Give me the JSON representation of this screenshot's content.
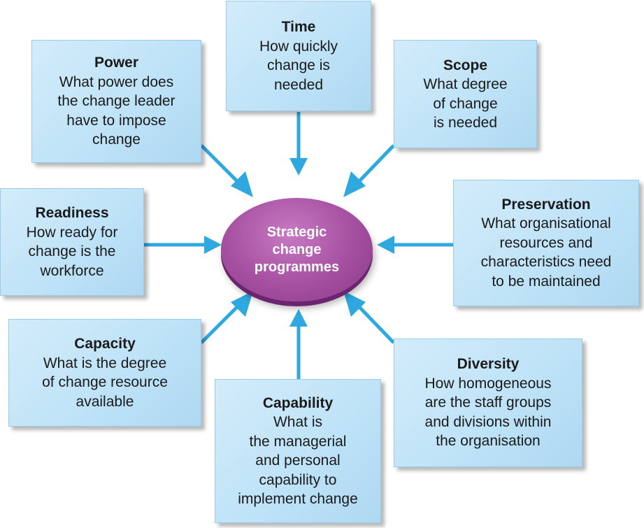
{
  "hub": {
    "label": "Strategic\nchange\nprogrammes"
  },
  "colors": {
    "box_fill": "#bde2f7",
    "arrow": "#2fa8df",
    "hub": "#a54fa0"
  },
  "factors": [
    {
      "id": "time",
      "title": "Time",
      "desc": "How quickly\nchange is\nneeded"
    },
    {
      "id": "power",
      "title": "Power",
      "desc": "What power does\nthe change leader\nhave to impose\nchange"
    },
    {
      "id": "scope",
      "title": "Scope",
      "desc": "What degree\nof change\nis needed"
    },
    {
      "id": "readiness",
      "title": "Readiness",
      "desc": "How ready for\nchange is the\nworkforce"
    },
    {
      "id": "preservation",
      "title": "Preservation",
      "desc": "What organisational\nresources and\ncharacteristics need\nto be maintained"
    },
    {
      "id": "capacity",
      "title": "Capacity",
      "desc": "What is the degree\nof change resource\navailable"
    },
    {
      "id": "diversity",
      "title": "Diversity",
      "desc": "How homogeneous\nare the staff groups\nand divisions within\nthe organisation"
    },
    {
      "id": "capability",
      "title": "Capability",
      "desc": "What is\nthe managerial\nand personal\ncapability to\nimplement change"
    }
  ]
}
